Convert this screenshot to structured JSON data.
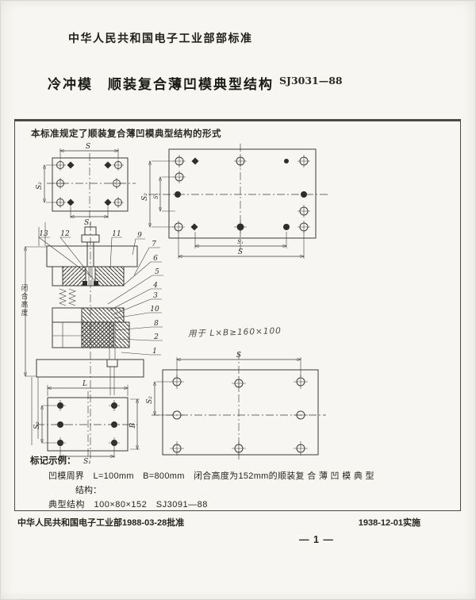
{
  "document": {
    "header": "中华人民共和国电子工业部部标准",
    "title": "冷冲模　顺装复合薄凹模典型结构",
    "standard_no": "SJ3031—88",
    "scope_note": "本标准规定了顺装复合薄凹模典型结构的形式",
    "marking": {
      "heading": "标记示例：",
      "line1": "凹模周界　L=100mm　B=800mm　闭合高度为152mm的顺装复 合 薄 凹 模 典 型",
      "line2": "结构：",
      "line3": "典型结构　100×80×152　SJ3091—88"
    },
    "footer": {
      "approval": "中华人民共和国电子工业部1988-03-28批准",
      "implementation": "1938-12-01实施",
      "page_number": "— 1 —"
    }
  },
  "drawing": {
    "closed_height_label": "闭合高度",
    "handwritten_note": "用于 L×B≥160×100",
    "parts": {
      "p1": "1",
      "p2": "2",
      "p3": "3",
      "p4": "4",
      "p5": "5",
      "p6": "6",
      "p7": "7",
      "p8": "8",
      "p9": "9",
      "p10": "10",
      "p11": "11",
      "p12": "12",
      "p13": "13"
    },
    "dims": {
      "S": "S",
      "S1": "S₁",
      "S2": "S₂",
      "L": "L",
      "B": "B"
    },
    "ink_color": "#3c3c38"
  }
}
